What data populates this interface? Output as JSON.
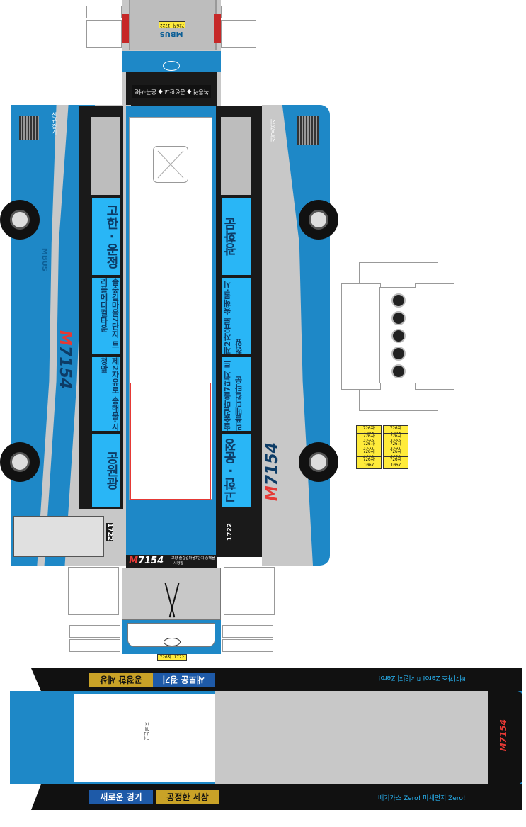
{
  "colors": {
    "primary_blue": "#1e88c7",
    "dark_blue": "#0d5f96",
    "silver": "#c8c8c8",
    "black": "#1a1a1a",
    "sign_cyan": "#29b6f6",
    "plate_yellow": "#ffeb3b",
    "brand_red": "#e53935",
    "gold": "#c9a227"
  },
  "rear": {
    "plate": "726자 1722",
    "brand": "MBUS",
    "destination_sign": "녹동역 ◆ 공정한교 ◆ 운곡·서평"
  },
  "left_side": {
    "vertical_label": "신규경기",
    "brand": "MBUS",
    "route_number_prefix": "M",
    "route_number": "7154",
    "signs": [
      "고한 · 운정",
      "솔숲길마을7단지 트리플메디컬타운",
      "제2자유로 송해물·시청앞",
      "공원광"
    ],
    "fleet_number": "1722"
  },
  "right_side": {
    "vertical_label": "신규경기",
    "route_number_prefix": "M",
    "route_number": "7154",
    "signs": [
      "광화문",
      "제2자유로 송해물·시청앞",
      "솔숲길마을7단지 트리플메디컬타운",
      "고한 · 운정"
    ],
    "fleet_number": "1722"
  },
  "front": {
    "route_prefix": "M",
    "route_number": "7154",
    "sign_text": "고양 솔숲길마을7단지 송해물 · 시청앞",
    "plate": "726자 1722"
  },
  "plates_sheet": [
    "726자 1304",
    "726자 1304",
    "726자 1202",
    "726자 1202",
    "726자 1341",
    "726자 1341",
    "726자 1830",
    "726자 1830",
    "726자 1067",
    "726자 1067"
  ],
  "roof": {
    "slogan_new": "새로운 경기",
    "slogan_fair": "공정한 세상",
    "eco_slogan": "배기가스 Zero! 미세먼지 Zero!",
    "glue_label": "지르는곳",
    "rear_route": "M7154"
  }
}
